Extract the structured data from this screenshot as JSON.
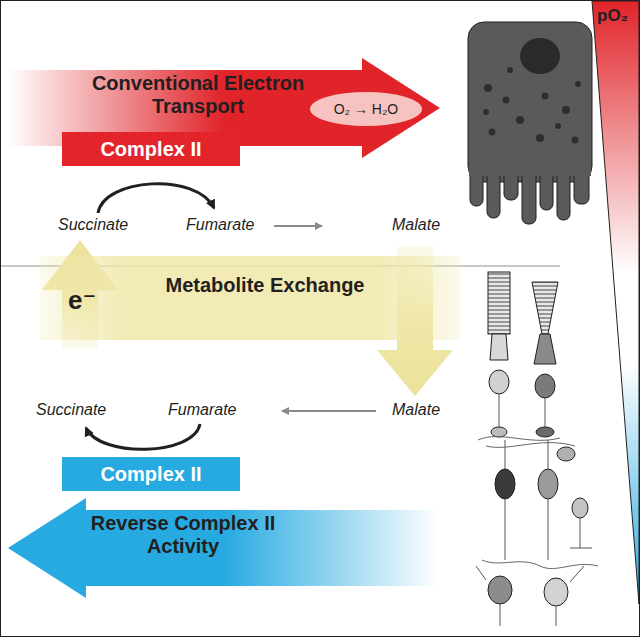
{
  "diagram": {
    "nodes": [
      {
        "text": [
          "Conventional Electron Transport"
        ]
      },
      {
        "text": [
          "O₂ → H₂O"
        ],
        "in": 0
      },
      {
        "text": [
          "Complex II"
        ]
      },
      {
        "text": [
          "Metabolite Exchange"
        ]
      },
      {
        "text": [
          "Complex II"
        ]
      },
      {
        "text": [
          "Reverse Complex II Activity"
        ]
      }
    ],
    "labels": [
      "Succinate",
      "Fumarate",
      "Malate",
      "e⁻",
      "Succinate",
      "Fumarate",
      "Malate",
      "pO₂"
    ]
  }
}
